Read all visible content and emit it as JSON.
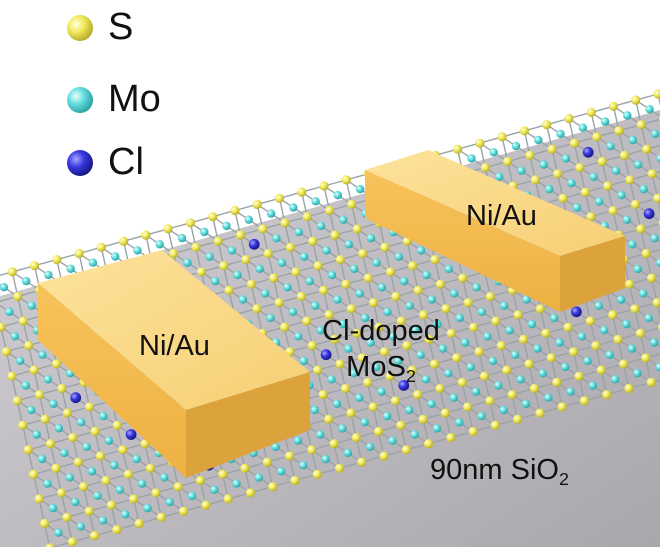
{
  "legend": [
    {
      "label": "S",
      "color": "#f2ea5a"
    },
    {
      "label": "Mo",
      "color": "#64dede"
    },
    {
      "label": "Cl",
      "color": "#3838e0"
    }
  ],
  "labels": {
    "contact_left": "Ni/Au",
    "contact_right": "Ni/Au",
    "channel_line1": "Cl-doped",
    "channel_line2_main": "MoS",
    "channel_line2_sub": "2",
    "substrate_main": "90nm SiO",
    "substrate_sub": "2"
  },
  "colors": {
    "substrate": "#c4c2c6",
    "electrode_top": "#fbd98a",
    "electrode_front": "#f2b94e",
    "electrode_side": "#dca33c",
    "bond": "#9aa3a6"
  }
}
